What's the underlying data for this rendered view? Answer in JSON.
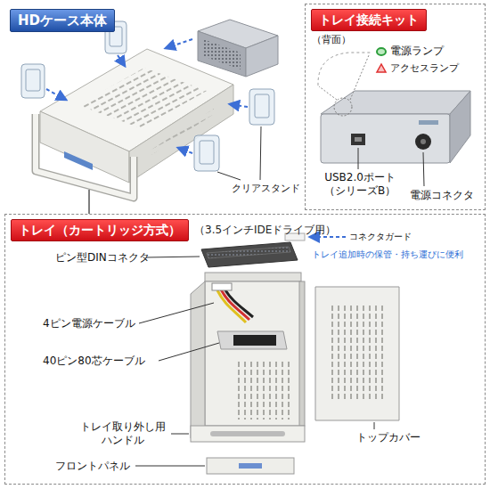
{
  "diagram": {
    "nodes": [
      {
        "text": [
          "HDケース本体"
        ]
      },
      {
        "text": [
          "トレイ接続キット"
        ]
      },
      {
        "text": [
          "トレイ（カートリッジ方式）",
          "（3.5インチIDEドライブ用）"
        ]
      }
    ],
    "labels": [
      "クリアスタンド",
      "（背面）",
      "電源ランプ",
      "アクセスランプ",
      "USB2.0ポート （シリーズB）",
      "電源コネクタ",
      "コネクタガード",
      "トレイ追加時の保管・持ち運びに便利",
      "ピン型DINコネクタ",
      "4ピン電源ケーブル",
      "40ピン80芯ケーブル",
      "トレイ取り外し用 ハンドル",
      "フロントパネル",
      "トップカバー"
    ]
  }
}
